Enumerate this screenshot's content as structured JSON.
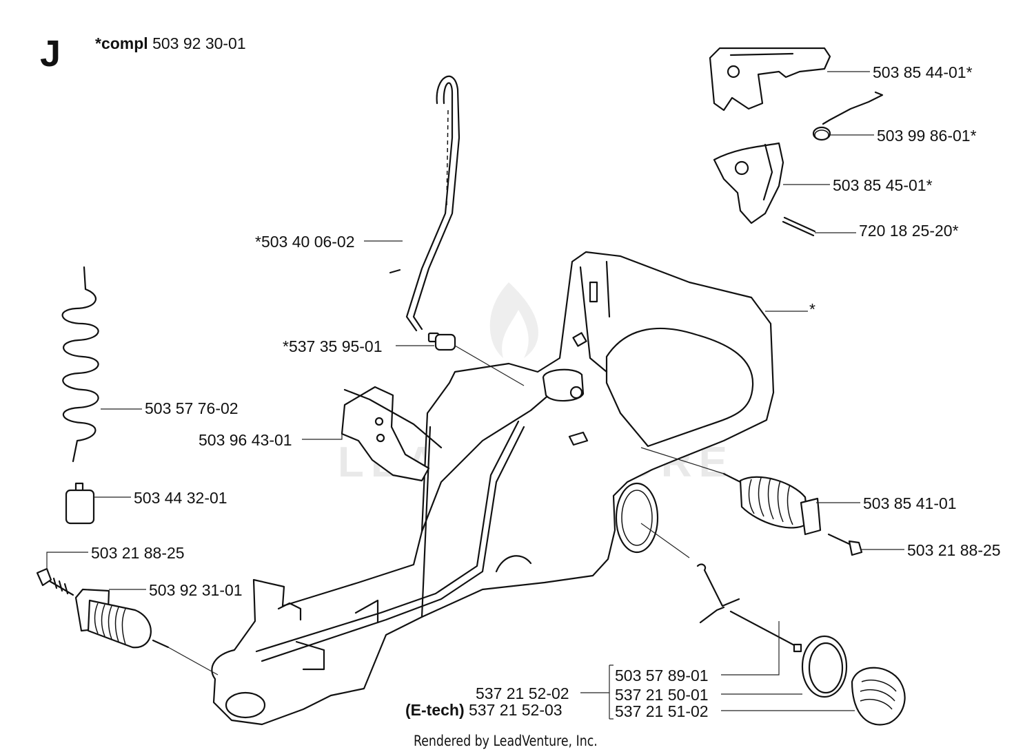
{
  "section": "J",
  "compl": {
    "prefix": "*compl",
    "number": "503 92 30-01"
  },
  "labels": {
    "handle_cover": "503 85 44-01*",
    "spring": "503 99 86-01*",
    "throttle_trigger": "503 85 45-01*",
    "pin": "720 18 25-20*",
    "fuel_hose": "*503 40 06-02",
    "handle_asterisk": "*",
    "fuel_filter_small": "*537 35 95-01",
    "coil_hose": "503 57 76-02",
    "guard_plate": "503 96 43-01",
    "fuel_filter": "503 44 32-01",
    "av_spring_right": "503 85 41-01",
    "screw_right": "503 21 88-25",
    "screw_left": "503 21 88-25",
    "av_spring_left": "503 92 31-01",
    "cap_retainer": "503 57 89-01",
    "cap_group": "537 21 52-02",
    "cap_seal": "537 21 50-01",
    "cap_etech_prefix": "(E-tech)",
    "cap_etech": "537 21 52-03",
    "cap": "537 21 51-02"
  },
  "watermark": "LEADVENTURE",
  "footer": "Rendered by LeadVenture, Inc."
}
